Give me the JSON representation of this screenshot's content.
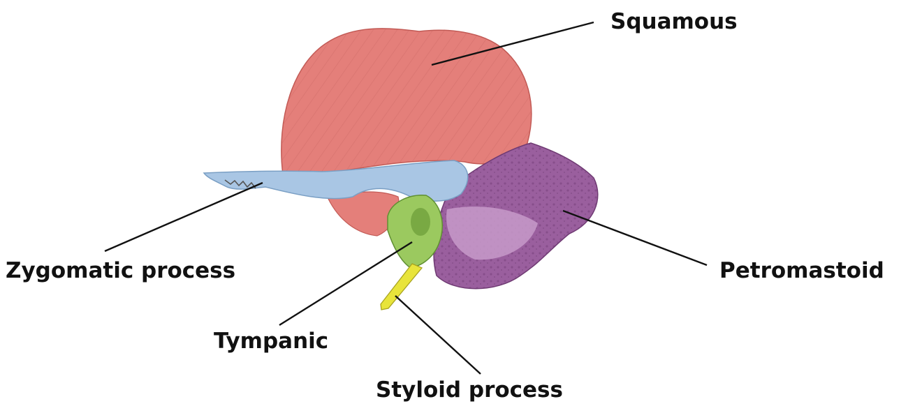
{
  "diagram": {
    "labels": {
      "squamous": "Squamous",
      "zygomatic": "Zygomatic process",
      "petromastoid": "Petromastoid",
      "tympanic": "Tympanic",
      "styloid": "Styloid process"
    },
    "colors": {
      "squamous": "#e47f7a",
      "zygomatic": "#a9c6e4",
      "petromastoid": "#9a5f9e",
      "tympanic": "#9bc95f",
      "styloid": "#e8e43b",
      "leader_line": "#111111"
    }
  }
}
